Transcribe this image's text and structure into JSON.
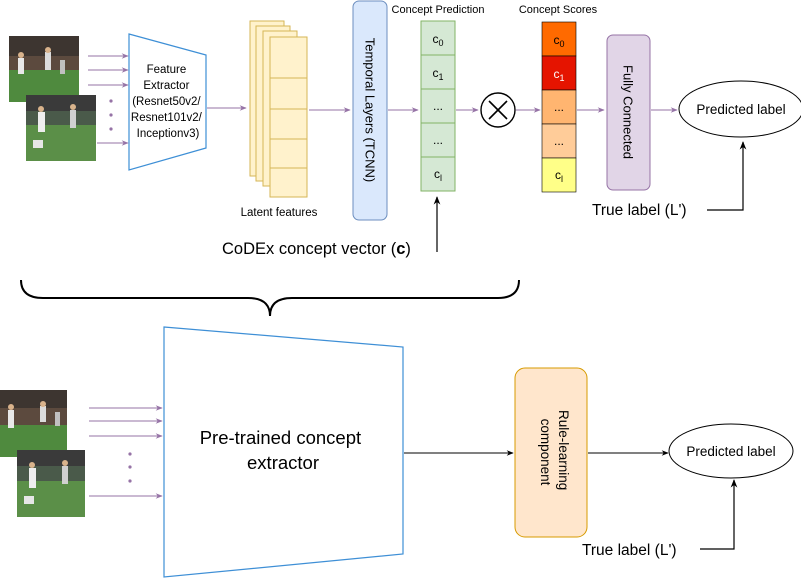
{
  "colors": {
    "arrow_purple": "#9673a6",
    "arrow_black": "#000000",
    "extractor_stroke": "#3e8fd6",
    "latent_fill": "#fff2cc",
    "latent_stroke": "#d6b656",
    "temporal_fill": "#dae8fc",
    "temporal_stroke": "#6c8ebf",
    "prediction_fill": "#d5e8d4",
    "prediction_stroke": "#82b366",
    "score_c0": "#ff6a00",
    "score_c1": "#e51400",
    "score_mid1": "#ffb570",
    "score_mid2": "#ffcc99",
    "score_cl": "#ffff88",
    "fc_fill": "#e1d5e7",
    "fc_stroke": "#9673a6",
    "rule_fill": "#ffe6cc",
    "rule_stroke": "#d79b00"
  },
  "top": {
    "feature_extractor": {
      "line1": "Feature",
      "line2": "Extractor",
      "line3": "(Resnet50v2/",
      "line4": "Resnet101v2/",
      "line5": "Inceptionv3)"
    },
    "latent_label": "Latent features",
    "temporal_label": "Temporal Layers (TCNN)",
    "concept_prediction": {
      "title": "Concept Prediction",
      "cells": [
        {
          "base": "c",
          "sub": "0"
        },
        {
          "base": "c",
          "sub": "1"
        },
        {
          "base": "...",
          "sub": ""
        },
        {
          "base": "...",
          "sub": ""
        },
        {
          "base": "c",
          "sub": "l"
        }
      ]
    },
    "multiply_icon": "multiply-icon",
    "concept_scores": {
      "title": "Concept Scores",
      "cells": [
        {
          "base": "c",
          "sub": "0"
        },
        {
          "base": "c",
          "sub": "1"
        },
        {
          "base": "...",
          "sub": ""
        },
        {
          "base": "...",
          "sub": ""
        },
        {
          "base": "c",
          "sub": "l"
        }
      ]
    },
    "fully_connected": "Fully Connected",
    "predicted_label": "Predicted label",
    "true_label": "True label (L')",
    "codex_prefix": "CoDEx concept vector (",
    "codex_bold": "c",
    "codex_suffix": ")"
  },
  "bottom": {
    "extractor_line1": "Pre-trained concept",
    "extractor_line2": "extractor",
    "rule_line1": "Rule-learning",
    "rule_line2": "component",
    "predicted_label": "Predicted label",
    "true_label": "True label (L')"
  }
}
